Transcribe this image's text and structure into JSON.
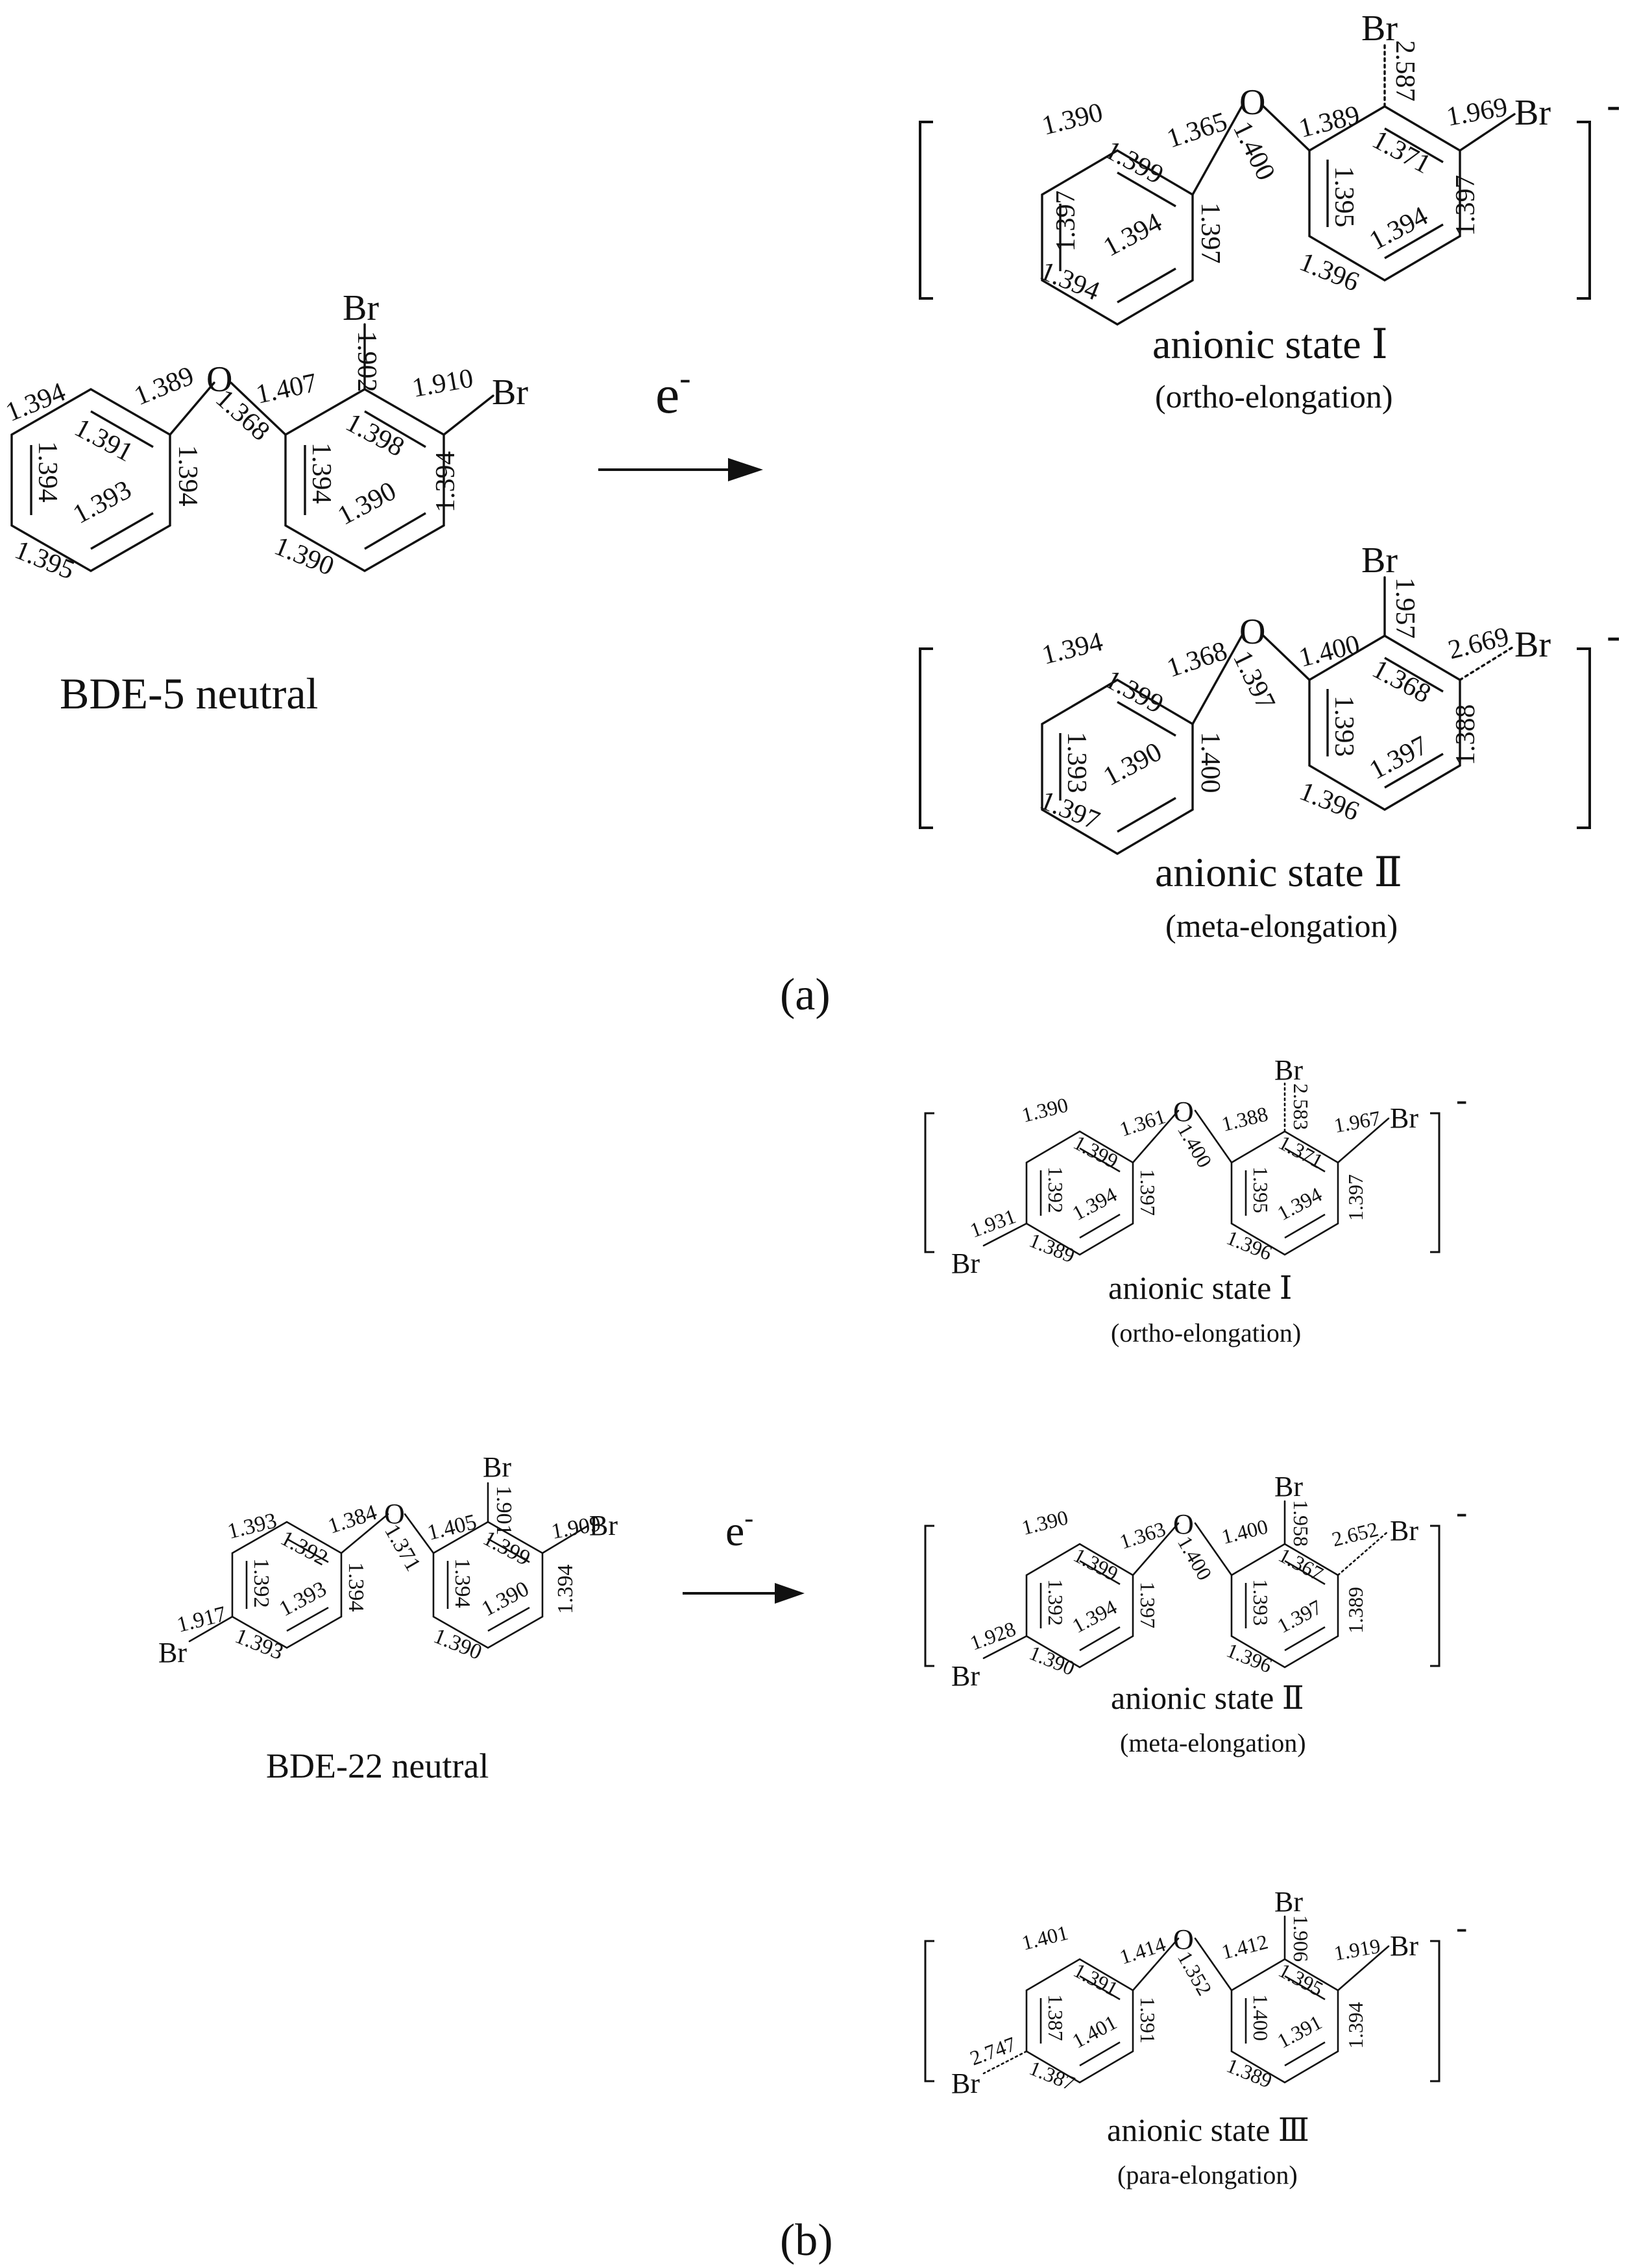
{
  "panel_a": {
    "label": "(a)",
    "electron": "e",
    "electron_sup": "-",
    "neutral": {
      "caption": "BDE-5 neutral",
      "atoms": {
        "O": "O",
        "Br1": "Br",
        "Br2": "Br"
      },
      "bonds": [
        "1.394",
        "1.389",
        "1.391",
        "1.394",
        "1.394",
        "1.393",
        "1.395",
        "1.368",
        "1.407",
        "1.902",
        "1.910",
        "1.398",
        "1.394",
        "1.394",
        "1.390",
        "1.390"
      ]
    },
    "anion1": {
      "caption": "anionic state Ⅰ",
      "subcaption": "(ortho-elongation)",
      "charge": "-",
      "atoms": {
        "O": "O",
        "Br1": "Br",
        "Br2": "Br"
      },
      "bonds": [
        "1.390",
        "1.365",
        "1.399",
        "1.397",
        "1.397",
        "1.394",
        "1.394",
        "1.400",
        "1.389",
        "2.587",
        "1.969",
        "1.371",
        "1.395",
        "1.397",
        "1.394",
        "1.396"
      ]
    },
    "anion2": {
      "caption": "anionic state Ⅱ",
      "subcaption": "(meta-elongation)",
      "charge": "-",
      "atoms": {
        "O": "O",
        "Br1": "Br",
        "Br2": "Br"
      },
      "bonds": [
        "1.394",
        "1.368",
        "1.399",
        "1.393",
        "1.400",
        "1.390",
        "1.397",
        "1.397",
        "1.400",
        "1.957",
        "2.669",
        "1.368",
        "1.393",
        "1.388",
        "1.397",
        "1.396"
      ]
    }
  },
  "panel_b": {
    "label": "(b)",
    "electron": "e",
    "electron_sup": "-",
    "neutral": {
      "caption": "BDE-22 neutral",
      "atoms": {
        "O": "O",
        "Br1": "Br",
        "Br2": "Br",
        "Br3": "Br"
      },
      "bonds": [
        "1.393",
        "1.384",
        "1.392",
        "1.392",
        "1.394",
        "1.393",
        "1.917",
        "1.393",
        "1.371",
        "1.405",
        "1.901",
        "1.909",
        "1.399",
        "1.394",
        "1.394",
        "1.390",
        "1.390"
      ]
    },
    "anion1": {
      "caption": "anionic state Ⅰ",
      "subcaption": "(ortho-elongation)",
      "charge": "-",
      "atoms": {
        "O": "O",
        "Br1": "Br",
        "Br2": "Br",
        "Br3": "Br"
      },
      "bonds": [
        "1.390",
        "1.361",
        "1.399",
        "1.392",
        "1.397",
        "1.394",
        "1.931",
        "1.389",
        "1.400",
        "1.388",
        "2.583",
        "1.967",
        "1.371",
        "1.395",
        "1.397",
        "1.394",
        "1.396"
      ]
    },
    "anion2": {
      "caption": "anionic state Ⅱ",
      "subcaption": "(meta-elongation)",
      "charge": "-",
      "atoms": {
        "O": "O",
        "Br1": "Br",
        "Br2": "Br",
        "Br3": "Br"
      },
      "bonds": [
        "1.390",
        "1.363",
        "1.399",
        "1.392",
        "1.397",
        "1.394",
        "1.928",
        "1.390",
        "1.400",
        "1.400",
        "1.958",
        "2.652",
        "1.367",
        "1.393",
        "1.389",
        "1.397",
        "1.396"
      ]
    },
    "anion3": {
      "caption": "anionic state Ⅲ",
      "subcaption": "(para-elongation)",
      "charge": "-",
      "atoms": {
        "O": "O",
        "Br1": "Br",
        "Br2": "Br",
        "Br3": "Br"
      },
      "bonds": [
        "1.401",
        "1.414",
        "1.391",
        "1.387",
        "1.391",
        "1.401",
        "2.747",
        "1.387",
        "1.352",
        "1.412",
        "1.906",
        "1.919",
        "1.395",
        "1.400",
        "1.394",
        "1.391",
        "1.389"
      ]
    }
  }
}
